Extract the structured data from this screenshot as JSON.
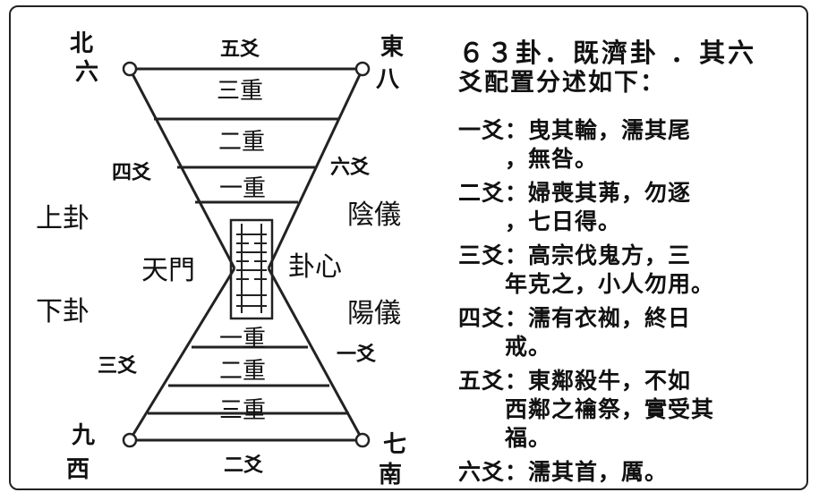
{
  "corners": {
    "north": "北",
    "six": "六",
    "east": "東",
    "eight": "八",
    "nine": "九",
    "west": "西",
    "seven": "七",
    "south": "南"
  },
  "yao_labels": {
    "fifth": "五爻",
    "fourth": "四爻",
    "sixth": "六爻",
    "third": "三爻",
    "first": "一爻",
    "second": "二爻"
  },
  "layers": {
    "upper_three": "三重",
    "upper_two": "二重",
    "upper_one": "一重",
    "lower_one": "一重",
    "lower_two": "二重",
    "lower_three": "三重"
  },
  "side_labels": {
    "upper_trigram": "上卦",
    "lower_trigram": "下卦",
    "yin": "陰儀",
    "yang": "陽儀",
    "heaven_gate": "天門",
    "trigram_heart": "卦心"
  },
  "description": {
    "title": "６３卦．既濟卦 ．其六",
    "subtitle": "爻配置分述如下：",
    "entries": [
      {
        "head": "一爻：曳其輪，濡其尾",
        "cont": "，無咎。"
      },
      {
        "head": "二爻：婦喪其茀，勿逐",
        "cont": "，七日得。"
      },
      {
        "head": "三爻：高宗伐鬼方，三",
        "cont": "年克之，小人勿用。"
      },
      {
        "head": "四爻：濡有衣袽，終日",
        "cont": "戒。"
      },
      {
        "head": "五爻：東鄰殺牛，不如",
        "cont": "西鄰之禴祭，實受其"
      },
      {
        "head": "",
        "cont": "福。"
      },
      {
        "head": "六爻：濡其首，厲。",
        "cont": ""
      }
    ]
  }
}
